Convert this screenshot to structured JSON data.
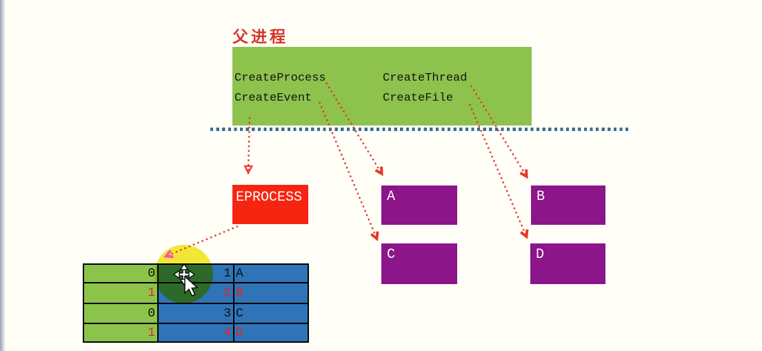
{
  "diagram": {
    "parent_label": "父进程",
    "apis": [
      "CreateProcess",
      "CreateThread",
      "CreateEvent",
      "CreateFile"
    ],
    "eprocess_label": "EPROCESS",
    "handle_boxes": [
      "A",
      "B",
      "C",
      "D"
    ],
    "handle_table": {
      "rows": [
        {
          "inherit_flag": "0",
          "handle_index": "1",
          "object": "A",
          "highlighted": false
        },
        {
          "inherit_flag": "1",
          "handle_index": "2",
          "object": "B",
          "highlighted": true
        },
        {
          "inherit_flag": "0",
          "handle_index": "3",
          "object": "C",
          "highlighted": false
        },
        {
          "inherit_flag": "1",
          "handle_index": "4",
          "object": "D",
          "highlighted": true
        }
      ]
    },
    "colors": {
      "parent_box": "#8dc24d",
      "eprocess_box": "#f62511",
      "handle_box": "#8b1589",
      "table_green": "#8cc34a",
      "table_blue": "#2f74b8",
      "black_text": "#101010",
      "red_text": "#e5261a",
      "title_red": "#d2372a",
      "arrow_red": "#e0372a",
      "divider_blue": "#3e6b95",
      "highlight_circle_yellow": "#f2e838",
      "pink_arrowhead": "#ff52b5"
    },
    "cursor": "move-cursor-with-pointer"
  }
}
